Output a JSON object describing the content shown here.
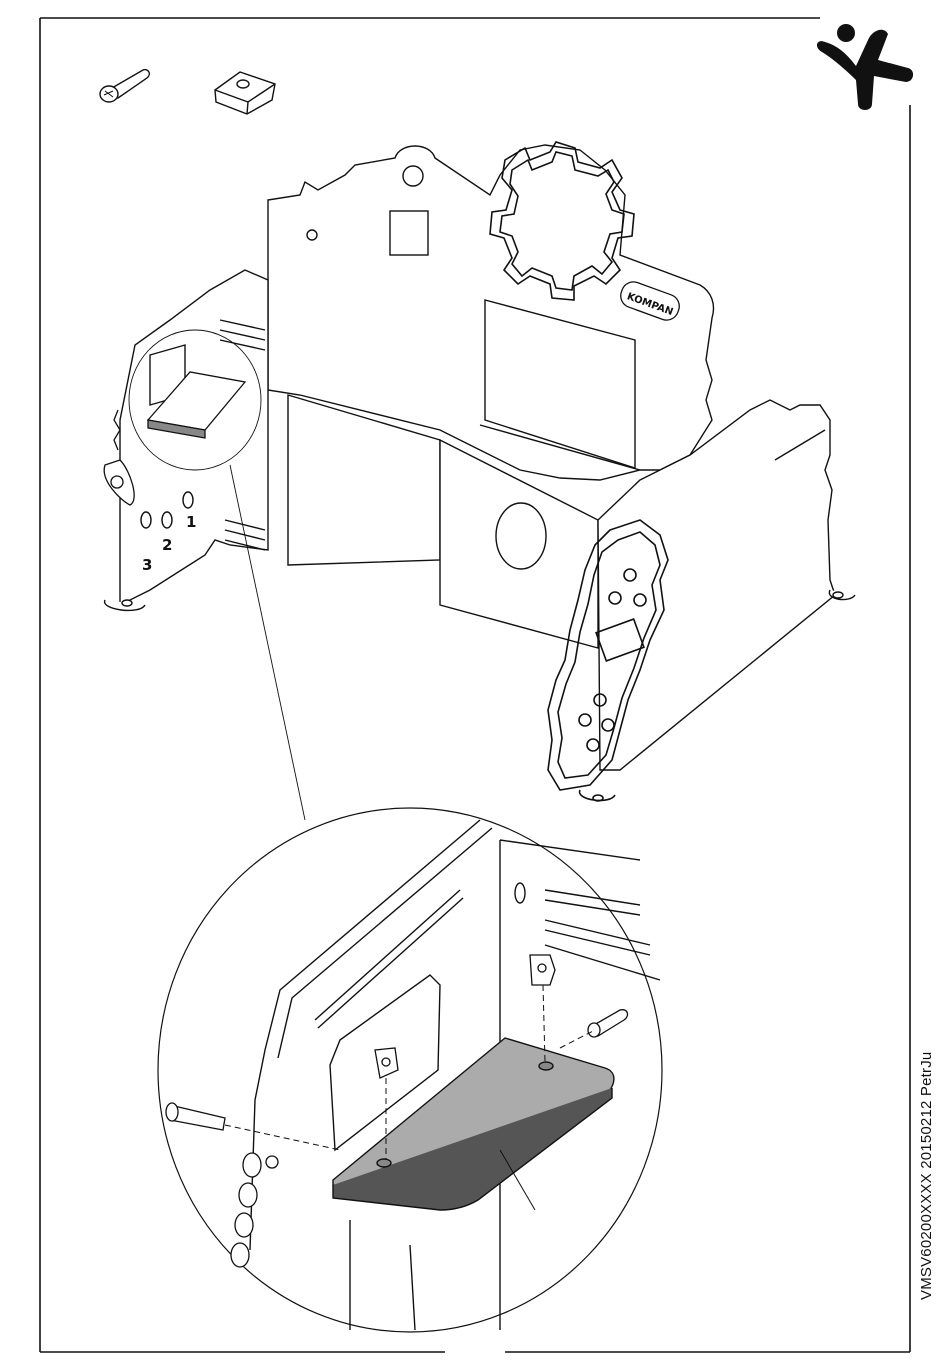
{
  "document": {
    "code": "VMSV60200XXXX  20150212  PetrJu",
    "brand_label": "KOMPAN",
    "panel_numbers": [
      "1",
      "2",
      "3"
    ]
  },
  "icons": {
    "logo": "kompan-figure-logo",
    "part_1": "screw-icon",
    "part_2": "nut-icon"
  },
  "colors": {
    "line": "#111111",
    "plate_fill": "#999999",
    "plate_edge": "#555555",
    "background": "#ffffff"
  }
}
